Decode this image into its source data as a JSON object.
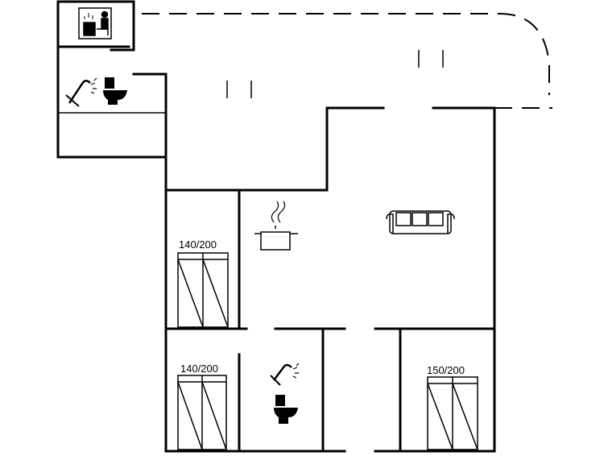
{
  "floorplan": {
    "bed_labels": [
      "140/200",
      "140/200",
      "150/200"
    ],
    "icons": [
      "sauna-icon",
      "shower-icon",
      "toilet-icon",
      "stove-pot-icon",
      "sofa-icon",
      "shower-icon",
      "toilet-icon",
      "double-bed-icon",
      "double-bed-icon",
      "double-bed-icon"
    ],
    "wall_color": "#000000",
    "background": "#ffffff"
  }
}
